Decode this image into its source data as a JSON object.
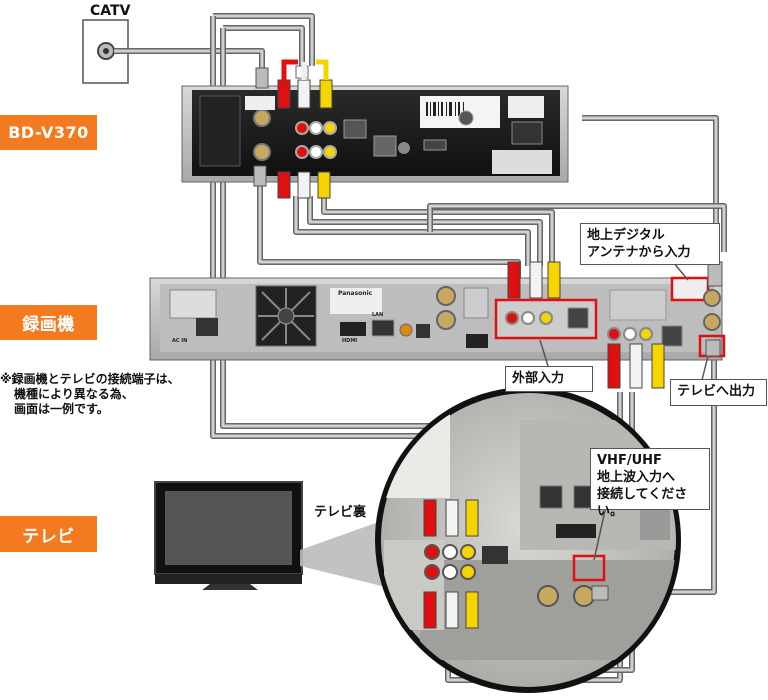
{
  "labels": {
    "catv": "CATV",
    "bd": "BD-V370",
    "recorder": "録画機",
    "tv": "テレビ",
    "tv_back": "テレビ裏",
    "terrestrial_in_line1": "地上デジタル",
    "terrestrial_in_line2": "アンテナから入力",
    "external_input": "外部入力",
    "to_tv_output": "テレビへ出力",
    "vhf_line1": "VHF/UHF",
    "vhf_line2": "地上波入力へ",
    "vhf_line3": "接続してください。",
    "note_line1": "※録画機とテレビの接続端子は、",
    "note_line2": "機種により異なる為、",
    "note_line3": "画面は一例です。"
  },
  "device_prints": {
    "recorder_brand": "Panasonic",
    "lan": "LAN",
    "hdmi": "HDMI",
    "ac_in": "AC IN"
  },
  "colors": {
    "tag_orange": "#f47a20",
    "cable_red": "#e01010",
    "cable_white": "#f2f2f2",
    "cable_yellow": "#f5d400",
    "antenna_cable": "#9a9a9a",
    "callout_red": "#e01010"
  }
}
